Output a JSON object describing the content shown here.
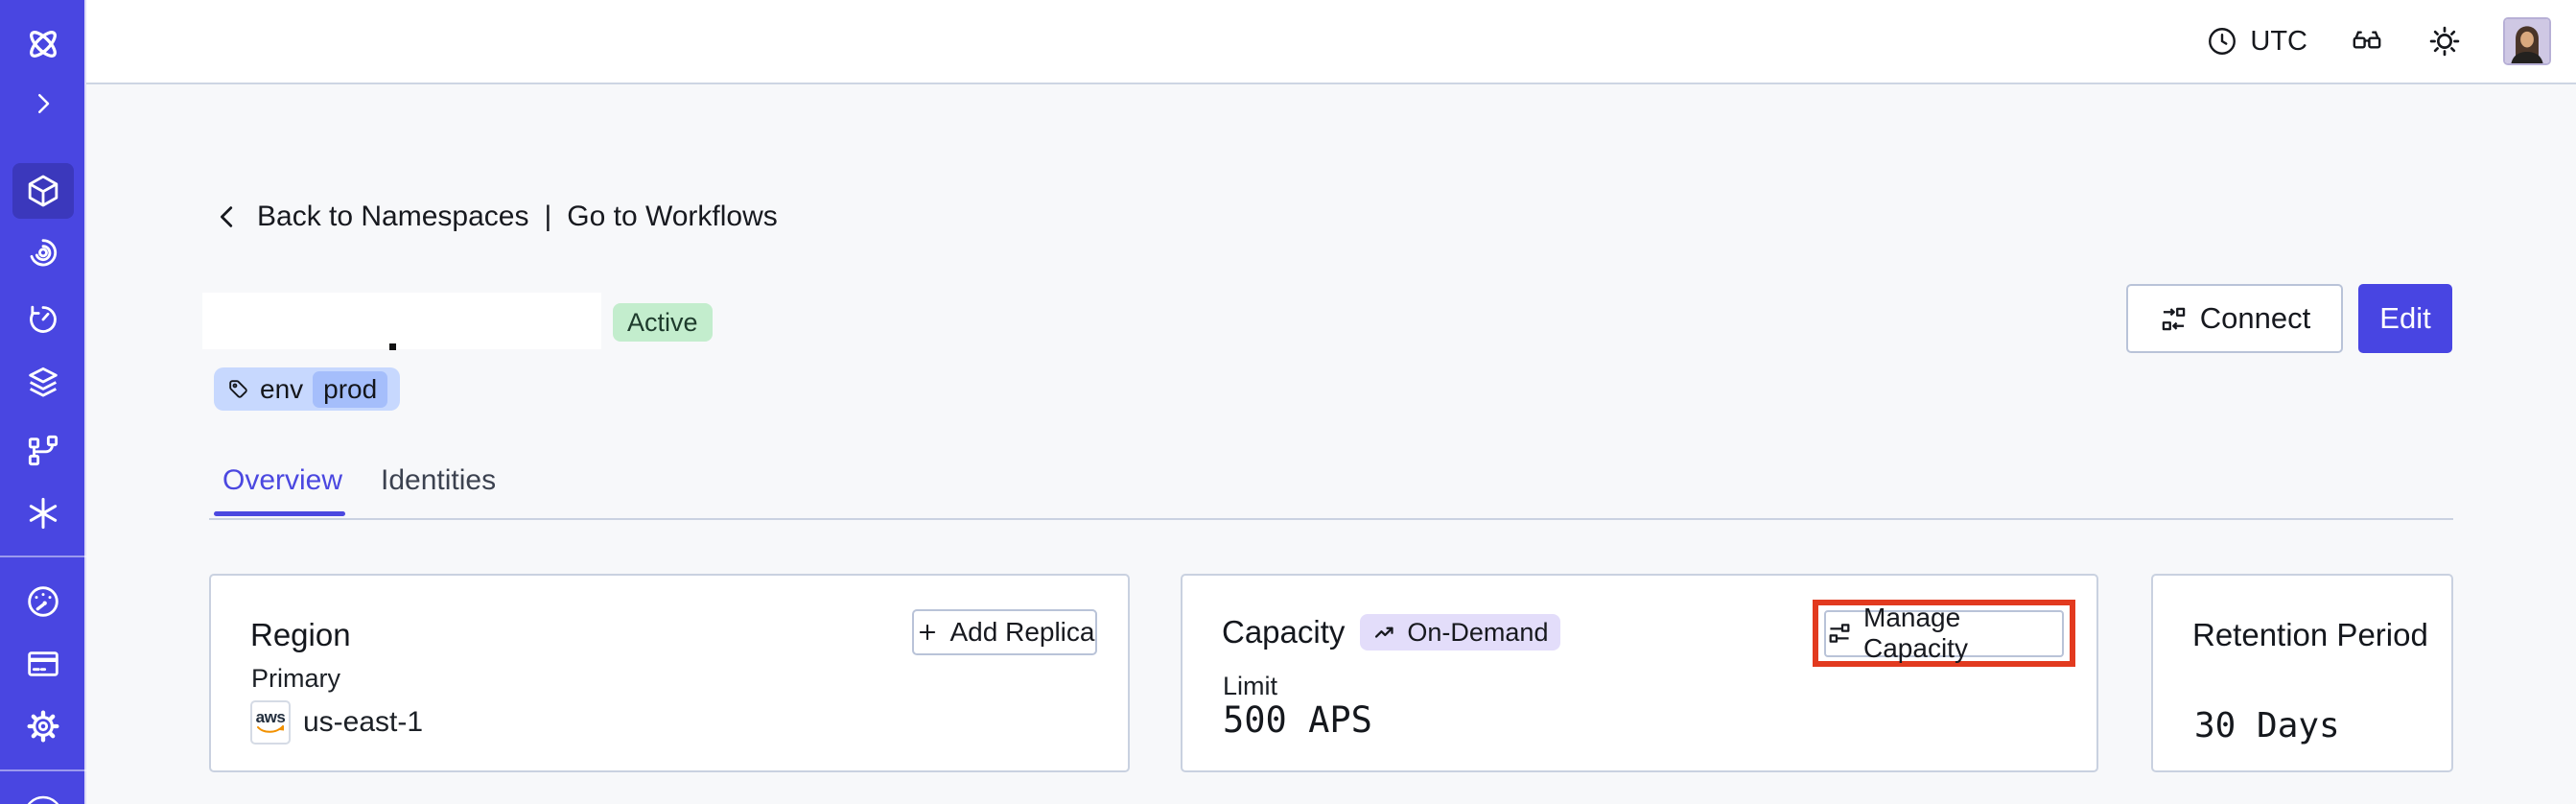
{
  "topbar": {
    "timezone_label": "UTC",
    "icons": [
      "clock-icon",
      "glasses-icon",
      "theme-sun-icon",
      "user-avatar"
    ]
  },
  "sidebar": {
    "icons": [
      "temporal-logo",
      "chevron-right-icon",
      "namespaces-icon",
      "workflows-icon",
      "schedules-icon",
      "deployments-icon",
      "worker-deployments-icon",
      "nexus-icon",
      "usage-icon",
      "billing-icon",
      "settings-icon",
      "partial-bottom-icon"
    ],
    "active_item": "namespaces-icon"
  },
  "breadcrumb": {
    "back_label": "Back to Namespaces",
    "separator": "|",
    "workflows_label": "Go to Workflows"
  },
  "namespace_header": {
    "status_badge": "Active",
    "tag": {
      "key": "env",
      "value": "prod"
    },
    "connect_label": "Connect",
    "edit_label": "Edit"
  },
  "tabs": [
    {
      "label": "Overview",
      "active": true
    },
    {
      "label": "Identities",
      "active": false
    }
  ],
  "cards": {
    "region": {
      "title": "Region",
      "add_replica_label": "Add Replica",
      "primary_label": "Primary",
      "provider": "aws",
      "region_value": "us-east-1"
    },
    "capacity": {
      "title": "Capacity",
      "badge_label": "On-Demand",
      "limit_label": "Limit",
      "limit_value": "500 APS",
      "manage_label": "Manage Capacity"
    },
    "retention": {
      "title": "Retention Period",
      "value": "30 Days"
    }
  },
  "colors": {
    "sidebar": "#4946E1",
    "sidebar_active": "#3B38BC",
    "accent": "#4845E2",
    "content_bg": "#F7F8FA",
    "active_badge_bg": "#C3EDCD",
    "ondemand_badge_bg": "#E3DDFA",
    "tag_bg": "#C7D8FE",
    "tag_chip_bg": "#A5BEFB",
    "highlight_red": "#E23A1F",
    "card_border": "#C9D1E0"
  }
}
